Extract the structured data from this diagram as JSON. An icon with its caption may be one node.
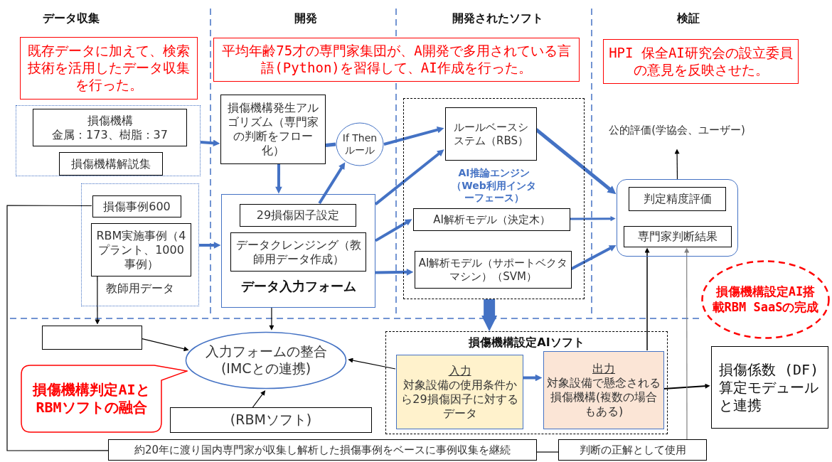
{
  "diagram": {
    "nodes": [
      {
        "text": [
          "既存データに加えて、検索技術を活用したデータ収集を行った。"
        ]
      },
      {
        "text": [
          "平均年齢75才の専門家集団が、A開発で多用されている言語(Python)を習得して、AI作成を行った。"
        ]
      },
      {
        "text": [
          "HPI 保全AI研究会の設立委員の意見を反映させた。"
        ]
      },
      {
        "text": [],
        "shape": "box"
      },
      {
        "text": [
          "損傷機構",
          "金属：173、樹脂：37"
        ],
        "in": 3
      },
      {
        "text": [
          "損傷機構解説集"
        ],
        "in": 3
      },
      {
        "text": [
          "教師用データ"
        ]
      },
      {
        "text": [
          "損傷事例600"
        ],
        "in": 6
      },
      {
        "text": [
          "RBM実施事例（4プラント、1000事例）"
        ],
        "in": 6
      },
      {
        "text": [
          "損傷機構発生アルゴリズム（専門家の判断をフロー化）"
        ]
      },
      {
        "text": [
          "If Then ルール"
        ]
      },
      {
        "text": [
          "データ入力フォーム"
        ]
      },
      {
        "text": [
          "29損傷因子設定"
        ],
        "in": 11
      },
      {
        "text": [
          "データクレンジング（教師用データ作成）"
        ],
        "in": 11
      },
      {
        "text": [
          "AI推論エンジン（Web利用インターフェース）"
        ]
      },
      {
        "text": [
          "ルールベースシステム（RBS）"
        ],
        "in": 14
      },
      {
        "text": [
          "AI解析モデル（決定木）"
        ],
        "in": 14
      },
      {
        "text": [
          "AI解析モデル（サポートベクタマシン）（SVM）"
        ],
        "in": 14
      },
      {
        "text": [
          "公的評価(学協会、ユーザー)"
        ]
      },
      {
        "text": [],
        "shape": "box"
      },
      {
        "text": [
          "判定精度評価"
        ],
        "in": 19
      },
      {
        "text": [
          "専門家判断結果"
        ],
        "in": 19
      },
      {
        "text": [
          "損傷機構設定AI搭載RBM SaaSの完成"
        ]
      },
      {
        "text": [],
        "shape": "box"
      },
      {
        "text": [
          "入力フォームの整合(IMCとの連携)"
        ]
      },
      {
        "text": [
          "損傷機構判定AIとRBMソフトの融合"
        ]
      },
      {
        "text": [
          "(RBMソフト)"
        ]
      },
      {
        "text": [
          "損傷機構設定AIソフト"
        ]
      },
      {
        "text": [
          "入力",
          "対象設備の使用条件から29損傷因子に対するデータ"
        ],
        "in": 27
      },
      {
        "text": [
          "出力",
          "対象設備で懸念される損傷機構(複数の場合もある)"
        ],
        "in": 27
      },
      {
        "text": [
          "損傷係数 (DF)算定モデュールと連携"
        ]
      },
      {
        "text": [
          "約20年に渡り国内専門家が収集し解析した損傷事例をベースに事例収集を継続"
        ]
      },
      {
        "text": [
          "判断の正解として使用"
        ]
      }
    ],
    "edges": [
      {
        "from": 3,
        "to": 9,
        "arrow": "to"
      },
      {
        "from": 6,
        "to": 11,
        "arrow": "to"
      },
      {
        "from": 9,
        "to": 10,
        "arrow": "none"
      },
      {
        "from": 9,
        "to": 11,
        "arrow": "to"
      },
      {
        "from": 12,
        "to": 10,
        "arrow": "to"
      },
      {
        "from": 10,
        "to": 15,
        "arrow": "to"
      },
      {
        "from": 11,
        "to": 15,
        "arrow": "to"
      },
      {
        "from": 11,
        "to": 16,
        "arrow": "to"
      },
      {
        "from": 11,
        "to": 17,
        "arrow": "to"
      },
      {
        "from": 15,
        "to": 19,
        "arrow": "to"
      },
      {
        "from": 16,
        "to": 19,
        "arrow": "to"
      },
      {
        "from": 17,
        "to": 19,
        "arrow": "to"
      },
      {
        "from": 19,
        "to": 18,
        "arrow": "to",
        "color": "#000000"
      },
      {
        "from": 14,
        "to": 27,
        "arrow": "to",
        "style": "thick"
      },
      {
        "from": 8,
        "to": 23,
        "arrow": "to",
        "color": "#000000"
      },
      {
        "from": 11,
        "to": 24,
        "arrow": "to",
        "color": "#000000"
      },
      {
        "from": 23,
        "to": 24,
        "arrow": "to",
        "color": "#000000"
      },
      {
        "from": 26,
        "to": 24,
        "arrow": "to",
        "color": "#000000"
      },
      {
        "from": 28,
        "to": 24,
        "arrow": "to",
        "color": "#000000"
      },
      {
        "from": 28,
        "to": 29,
        "arrow": "to"
      },
      {
        "from": 29,
        "to": 30,
        "arrow": "to",
        "color": "#000000"
      },
      {
        "from": 29,
        "to": 21,
        "arrow": "to",
        "color": "#000000"
      },
      {
        "from": 32,
        "to": 21,
        "arrow": "to",
        "color": "#808080"
      },
      {
        "from": 31,
        "to": 32,
        "arrow": "none",
        "color": "#000000"
      },
      {
        "from": 7,
        "to": 31,
        "arrow": "none",
        "color": "#000000"
      }
    ],
    "labels": [
      "データ収集",
      "開発",
      "開発されたソフト",
      "検証"
    ]
  }
}
